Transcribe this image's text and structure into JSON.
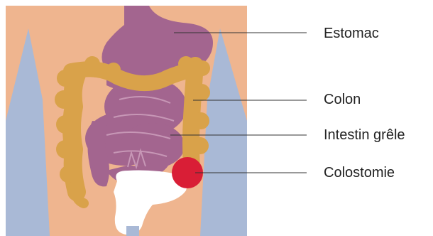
{
  "labels": {
    "stomach": "Estomac",
    "colon": "Colon",
    "small_intestine": "Intestin grêle",
    "colostomy": "Colostomie"
  },
  "colors": {
    "skin": "#efb58f",
    "side_shading": "#a9b9d6",
    "stomach_and_intestine": "#a3658f",
    "colon": "#d9a24a",
    "bladder": "#ffffff",
    "stoma": "#d91e36",
    "leader_line": "#333333"
  }
}
